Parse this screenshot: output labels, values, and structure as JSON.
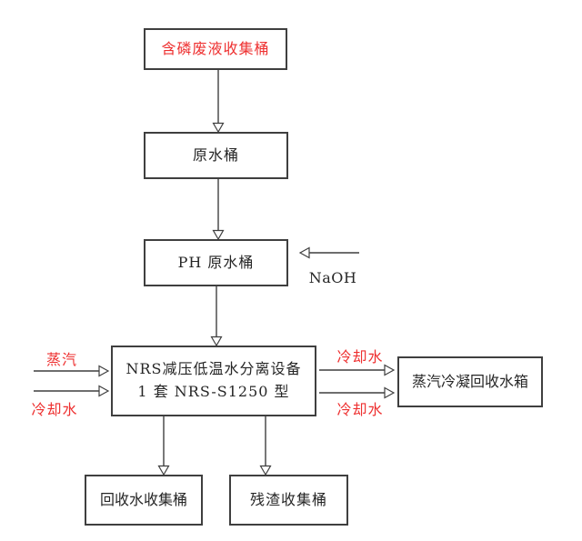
{
  "colors": {
    "background": "#ffffff",
    "line": "#3f3f3f",
    "dark_text": "#262626",
    "red_text": "#ee3030"
  },
  "nodes": {
    "waste_collection": {
      "label": "含磷废液收集桶"
    },
    "raw_water": {
      "label": "原水桶"
    },
    "ph_raw_water": {
      "label": "PH 原水桶"
    },
    "separator": {
      "line1": "NRS减压低温水分离设备",
      "line2": "1 套 NRS-S1250 型"
    },
    "steam_condensate_tank": {
      "label": "蒸汽冷凝回收水箱"
    },
    "recovered_water": {
      "label": "回收水收集桶"
    },
    "residue": {
      "label": "残渣收集桶"
    }
  },
  "flow_labels": {
    "naoh": "NaOH",
    "steam_in": "蒸汽",
    "cooling_water_in": "冷却水",
    "cooling_water_out_top": "冷却水",
    "cooling_water_out_bottom": "冷却水"
  }
}
